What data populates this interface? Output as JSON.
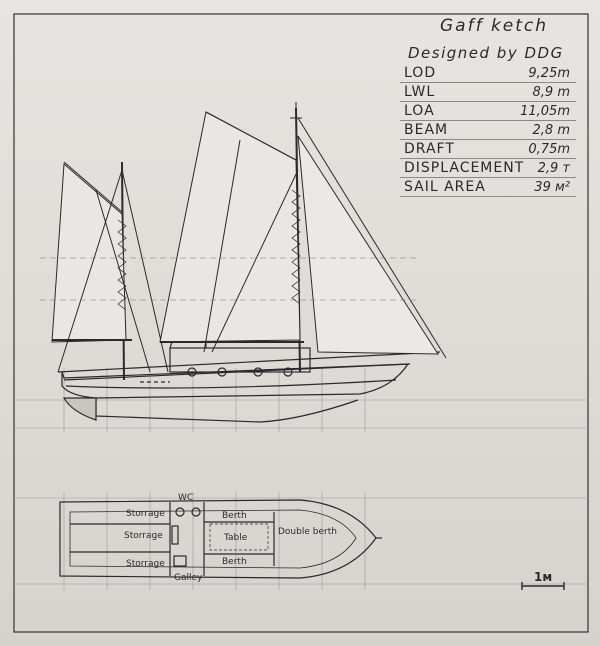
{
  "title": "Gaff ketch",
  "designed_by": "Designed by DDG",
  "specs": [
    {
      "label": "LOD",
      "value": "9,25m"
    },
    {
      "label": "LWL",
      "value": "8,9 m"
    },
    {
      "label": "LOA",
      "value": "11,05m"
    },
    {
      "label": "BEAM",
      "value": "2,8 m"
    },
    {
      "label": "DRAFT",
      "value": "0,75m"
    },
    {
      "label": "DISPLACEMENT",
      "value": "2,9 т"
    },
    {
      "label": "SAIL AREA",
      "value": "39 м²"
    }
  ],
  "plan_labels": {
    "wc": "WC",
    "storage": [
      "Storrage",
      "Storrage",
      "Storrage"
    ],
    "berth_top": "Berth",
    "table": "Table",
    "berth_bottom": "Berth",
    "double_berth": "Double berth",
    "galley": "Galley"
  },
  "scale": "1м",
  "colors": {
    "paper": "#e3e0db",
    "ink": "#2a2a2a",
    "pencil": "#8a8a8a"
  }
}
